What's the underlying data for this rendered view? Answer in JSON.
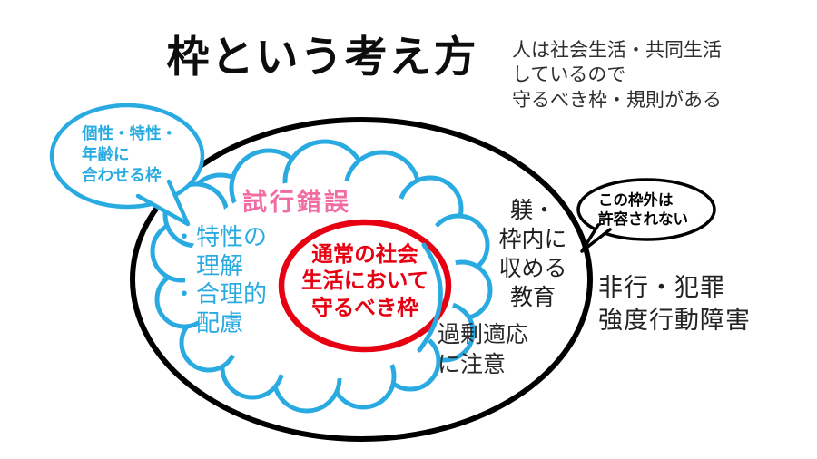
{
  "title": "枠という考え方",
  "colors": {
    "cloud_blue": "#29abe2",
    "core_red": "#e60012",
    "trial_pink": "#f06ca3",
    "outline_black": "#000000"
  },
  "notes": {
    "top_right": "人は社会生活・共同生活\nしているので\n守るべき枠・規則がある",
    "overadaptation": "過剰適応\nに注意",
    "deviance": "非行・犯罪\n強度行動障害"
  },
  "bubbles": {
    "individual_frame": "個性・特性・\n年齢に\n合わせる枠",
    "not_tolerated": "この枠外は\n許容されない"
  },
  "outer_ellipse": {
    "discipline": "躾・\n枠内に\n収める\n教育"
  },
  "cloud": {
    "trial_error": "試行錯誤",
    "supports": "・特性の\n　理解\n・合理的\n　配慮"
  },
  "core_frame": "通常の社会\n生活において\n守るべき枠"
}
